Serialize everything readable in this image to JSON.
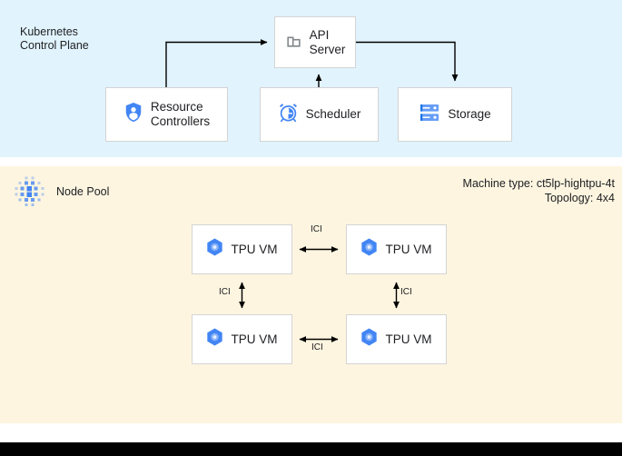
{
  "diagram": {
    "background": "#ffffff",
    "sections": [
      {
        "id": "control-plane",
        "title": "Kubernetes\nControl Plane",
        "background": "#e1f3fd"
      },
      {
        "id": "node-pool",
        "title": "Node Pool",
        "background": "#fdf5e0",
        "icon": "node-pool-dots-icon"
      }
    ]
  },
  "control_plane": {
    "title": "Kubernetes\nControl Plane",
    "nodes": [
      {
        "id": "api-server",
        "label": "API\nServer",
        "icon": "office-building-icon",
        "icon_color": "#80868b"
      },
      {
        "id": "resource-controllers",
        "label": "Resource\nControllers",
        "icon": "shield-person-icon",
        "icon_color": "#4285f4"
      },
      {
        "id": "scheduler",
        "label": "Scheduler",
        "icon": "alarm-clock-icon",
        "icon_color": "#4285f4"
      },
      {
        "id": "storage",
        "label": "Storage",
        "icon": "server-stack-icon",
        "icon_color": "#4285f4"
      }
    ],
    "connections": [
      {
        "from": "resource-controllers",
        "to": "api-server",
        "label": ""
      },
      {
        "from": "scheduler",
        "to": "api-server",
        "label": ""
      },
      {
        "from": "api-server",
        "to": "storage",
        "label": ""
      }
    ]
  },
  "node_pool": {
    "title": "Node Pool",
    "machine_type_label": "Machine type: ct5lp-hightpu-4t",
    "topology_label": "Topology: 4x4",
    "vms": [
      {
        "id": "tpu-vm-1",
        "label": "TPU VM",
        "icon": "tpu-chip-hexagon-icon"
      },
      {
        "id": "tpu-vm-2",
        "label": "TPU VM",
        "icon": "tpu-chip-hexagon-icon"
      },
      {
        "id": "tpu-vm-3",
        "label": "TPU VM",
        "icon": "tpu-chip-hexagon-icon"
      },
      {
        "id": "tpu-vm-4",
        "label": "TPU VM",
        "icon": "tpu-chip-hexagon-icon"
      }
    ],
    "interconnects": [
      {
        "id": "ici-top",
        "label": "ICI",
        "between": [
          "tpu-vm-1",
          "tpu-vm-2"
        ]
      },
      {
        "id": "ici-bottom",
        "label": "ICI",
        "between": [
          "tpu-vm-3",
          "tpu-vm-4"
        ]
      },
      {
        "id": "ici-left",
        "label": "ICI",
        "between": [
          "tpu-vm-1",
          "tpu-vm-3"
        ]
      },
      {
        "id": "ici-right",
        "label": "ICI",
        "between": [
          "tpu-vm-2",
          "tpu-vm-4"
        ]
      }
    ]
  },
  "colors": {
    "control_plane_bg": "#e1f3fd",
    "node_pool_bg": "#fdf5e0",
    "accent_blue": "#4285f4",
    "icon_grey": "#80868b",
    "box_border": "#d4d4d4",
    "connector": "#000000",
    "bottom_bar": "#000000"
  }
}
